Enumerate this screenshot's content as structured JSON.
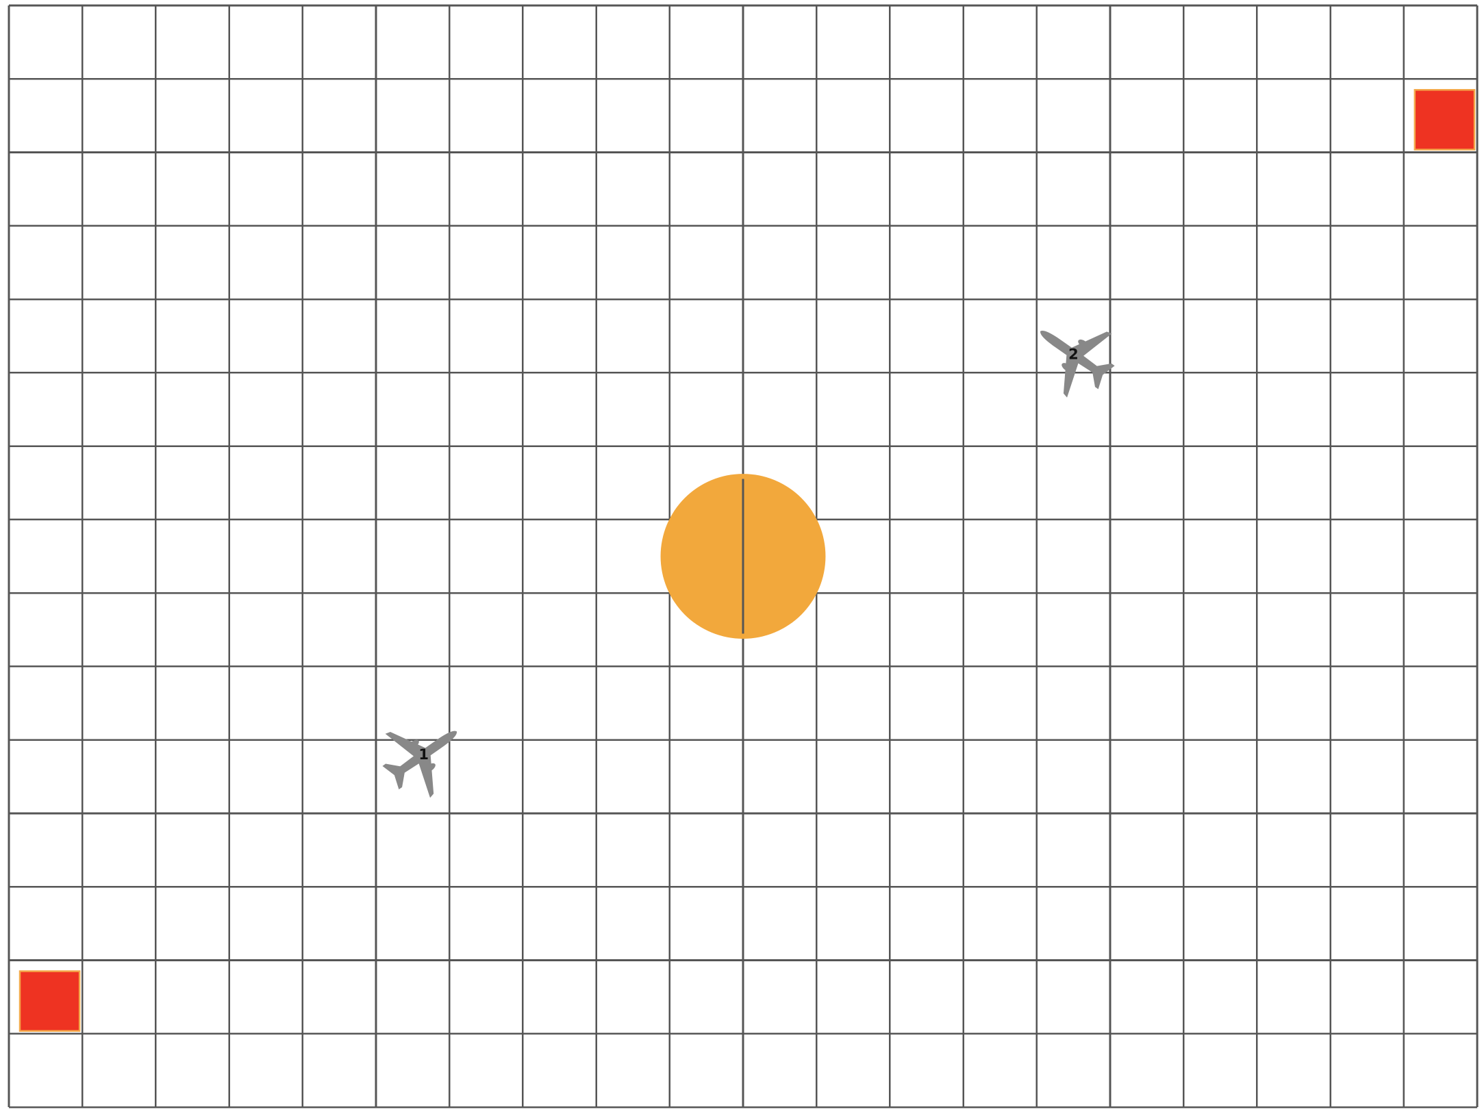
{
  "grid": {
    "columns": 20,
    "rows": 15,
    "line_color": "#555555",
    "background": "#ffffff"
  },
  "targets": [
    {
      "name": "red-square-top-right",
      "col": 19,
      "row": 1,
      "color": "#ee3322",
      "border": "#f4a84a"
    },
    {
      "name": "red-square-bottom-left",
      "col": 0,
      "row": 13,
      "color": "#ee3322",
      "border": "#f4a84a"
    }
  ],
  "sun": {
    "col": 10,
    "row": 7.5,
    "radius_cells": 1.05,
    "color": "#f2a83c"
  },
  "planes": [
    {
      "label": "1",
      "col": 5.65,
      "row": 10.2,
      "heading_deg": -35,
      "color": "#888888",
      "icon": "airplane-icon"
    },
    {
      "label": "2",
      "col": 14.5,
      "row": 4.75,
      "heading_deg": 215,
      "color": "#888888",
      "icon": "airplane-icon"
    }
  ]
}
